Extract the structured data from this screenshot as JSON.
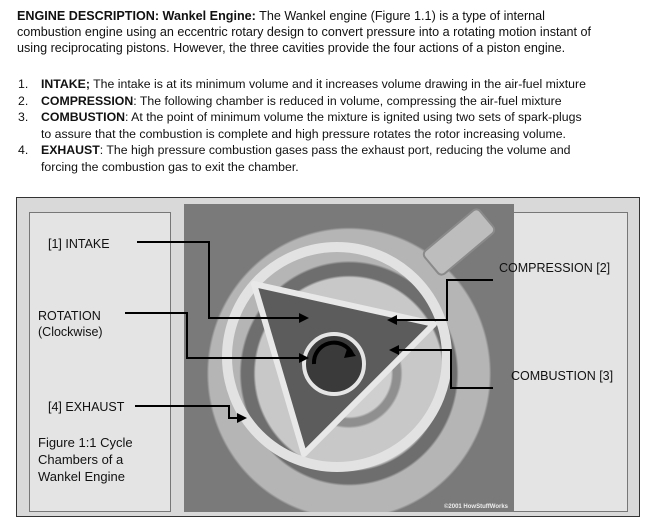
{
  "intro": {
    "lead": "ENGINE DESCRIPTION:",
    "engine": "Wankel Engine:",
    "line1": "The Wankel engine (Figure 1.1) is a type of internal",
    "line2": "combustion engine using an eccentric rotary design to convert pressure into a rotating motion instant of",
    "line3": "using reciprocating pistons. However, the three cavities provide the four actions of a piston engine."
  },
  "steps": [
    {
      "num": "1.",
      "term": "INTAKE;",
      "text": " The intake is at its minimum volume and it increases volume drawing in the air-fuel mixture",
      "text2": ""
    },
    {
      "num": "2.",
      "term": "COMPRESSION",
      "text": ": The following chamber is reduced in volume, compressing the air-fuel mixture",
      "text2": ""
    },
    {
      "num": "3.",
      "term": "COMBUSTION",
      "text": ": At the point of minimum volume the mixture is ignited using two sets of spark-plugs",
      "text2": "to assure that the combustion is complete and high pressure rotates the rotor increasing volume."
    },
    {
      "num": "4.",
      "term": "EXHAUST",
      "text": ": The high pressure combustion gases pass the exhaust port, reducing the volume and",
      "text2": "forcing the combustion gas to exit the chamber."
    }
  ],
  "figure": {
    "intake": "[1]  INTAKE",
    "rotation1": "ROTATION",
    "rotation2": "(Clockwise)",
    "exhaust": "[4]    EXHAUST",
    "caption1": "Figure 1:1 Cycle",
    "caption2": "Chambers of a",
    "caption3": "Wankel Engine",
    "compression": "COMPRESSION [2]",
    "combustion": "COMBUSTION [3]",
    "credit": "©2001 HowStuffWorks"
  }
}
